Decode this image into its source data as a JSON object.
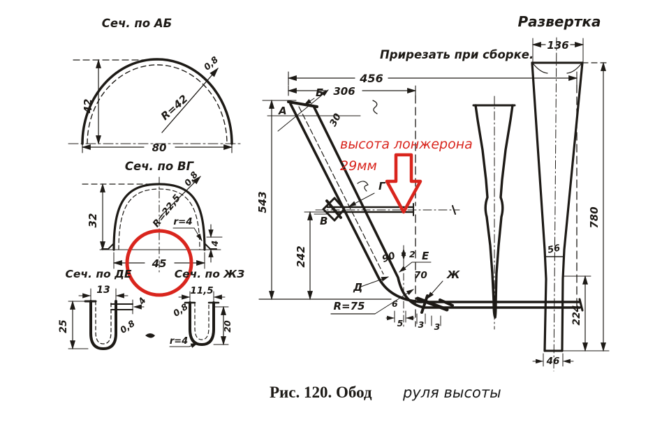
{
  "page": {
    "background": "#ffffff",
    "ink_color": "#1d1a16",
    "red_color": "#d9251d"
  },
  "caption": {
    "bold": "Рис. 120. Обод",
    "italic": "руля высоты"
  },
  "red_note": {
    "line1": "высота лонжерона",
    "line2": "29мм"
  },
  "sections": {
    "ab": {
      "title": "Сеч. по АБ",
      "height": "42",
      "width": "80",
      "radius": "R=42",
      "thickness": "0,8"
    },
    "vg": {
      "title": "Сеч. по ВГ",
      "height": "32",
      "radius": "R=22,5",
      "thickness": "0,8",
      "fillet": "r=4",
      "width": "45",
      "foot": "4"
    },
    "de": {
      "title": "Сеч. по ДЕ",
      "width": "13",
      "height": "25",
      "thickness": "0,8",
      "flange": "4"
    },
    "zh": {
      "title": "Сеч. по ЖЗ",
      "width": "11,5",
      "height": "20",
      "thickness": "0,8",
      "fillet": "r=4"
    }
  },
  "main": {
    "note": "Прирезать при сборке.",
    "dim_456": "456",
    "dim_306": "306",
    "dim_543": "543",
    "dim_242": "242",
    "angle_30": "30",
    "angle_90": "90",
    "dim_2": "2",
    "angle_70": "70",
    "radius": "R=75",
    "dim_6": "6",
    "dim_5": "5",
    "dim_3a": "3",
    "dim_3b": "3",
    "pt_a": "А",
    "pt_b": "Б",
    "pt_v": "В",
    "pt_g": "Г",
    "pt_d": "Д",
    "pt_e": "Е",
    "pt_zh": "Ж"
  },
  "development": {
    "title": "Развертка",
    "top_width": "136",
    "total_height": "780",
    "mid_width": "56",
    "lower_height": "224",
    "bottom_width": "46"
  }
}
